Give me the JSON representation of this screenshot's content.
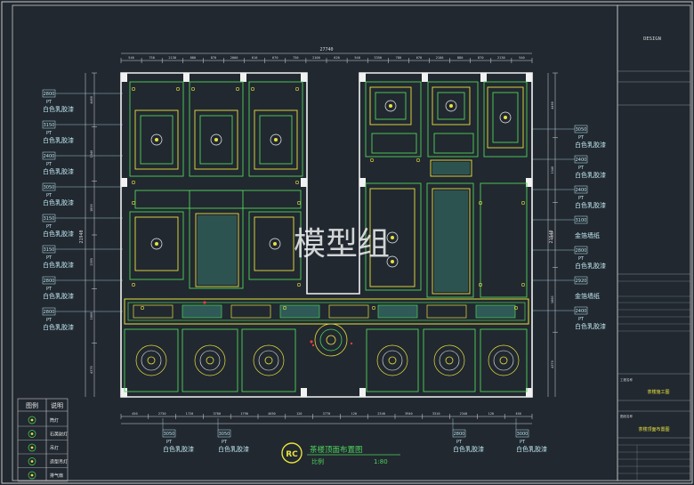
{
  "drawing": {
    "title": "茶楼顶面布置图",
    "scale_label": "比例",
    "scale_value": "1:80",
    "badge": "RC",
    "watermark": "模型组",
    "overall_width": "27740",
    "overall_height": "21940"
  },
  "top_dims": [
    "540",
    "750",
    "2130",
    "880",
    "870",
    "2000",
    "610",
    "670",
    "750",
    "2100",
    "620",
    "540",
    "3350",
    "780",
    "670",
    "2100",
    "880",
    "870",
    "2130",
    "540"
  ],
  "bottom_dims": [
    "450",
    "2730",
    "1720",
    "3780",
    "1790",
    "4030",
    "120",
    "3770",
    "120",
    "2340",
    "3940",
    "3310",
    "2340",
    "120",
    "450"
  ],
  "left_dims": [
    "4460",
    "1340",
    "1850",
    "2395",
    "1860",
    "4370"
  ],
  "right_dims": [
    "4460",
    "1340",
    "1850",
    "1860",
    "4370"
  ],
  "left_tags": [
    {
      "h": "2800",
      "pt": "PT",
      "label": "白色乳胶漆"
    },
    {
      "h": "3150",
      "pt": "PT",
      "label": "白色乳胶漆"
    },
    {
      "h": "2400",
      "pt": "PT",
      "label": "白色乳胶漆"
    },
    {
      "h": "3050",
      "pt": "PT",
      "label": "白色乳胶漆"
    },
    {
      "h": "3150",
      "pt": "PT",
      "label": "白色乳胶漆"
    },
    {
      "h": "3150",
      "pt": "PT",
      "label": "白色乳胶漆"
    },
    {
      "h": "2800",
      "pt": "PT",
      "label": "白色乳胶漆"
    },
    {
      "h": "2800",
      "pt": "PT",
      "label": "白色乳胶漆"
    }
  ],
  "right_tags": [
    {
      "h": "3050",
      "pt": "PT",
      "label": "白色乳胶漆"
    },
    {
      "h": "2400",
      "pt": "PT",
      "label": "白色乳胶漆"
    },
    {
      "h": "2400",
      "pt": "PT",
      "label": "白色乳胶漆"
    },
    {
      "h": "3100",
      "pt": "",
      "label": "金箔墙纸"
    },
    {
      "h": "2800",
      "pt": "PT",
      "label": "白色乳胶漆"
    },
    {
      "h": "2920",
      "pt": "",
      "label": "金箔墙纸"
    },
    {
      "h": "2400",
      "pt": "PT",
      "label": "白色乳胶漆"
    }
  ],
  "bottom_tags": [
    {
      "h": "3050",
      "pt": "PT",
      "label": "白色乳胶漆"
    },
    {
      "h": "3050",
      "pt": "PT",
      "label": "白色乳胶漆"
    },
    {
      "h": "2800",
      "pt": "PT",
      "label": "白色乳胶漆"
    },
    {
      "h": "3000",
      "pt": "PT",
      "label": "白色乳胶漆"
    }
  ],
  "legend": {
    "header_symbol": "图例",
    "header_desc": "说明",
    "items": [
      "筒灯",
      "石英射灯",
      "吊灯",
      "造型吊灯",
      "排气扇"
    ]
  },
  "title_block": {
    "design": "DESIGN",
    "project_label": "工程名称",
    "project_value": "茶楼施工图",
    "drawing_label": "图纸名称",
    "drawing_value": "茶楼顶面布置图"
  },
  "colors": {
    "background": "#212830",
    "frame": "#c8c8c8",
    "dimension": "#d8d8d8",
    "ceiling": "#4fd35a",
    "light": "#e8e23c",
    "wall": "#f2f2f2",
    "accent": "#e04040",
    "tag": "#bfe6ef"
  }
}
